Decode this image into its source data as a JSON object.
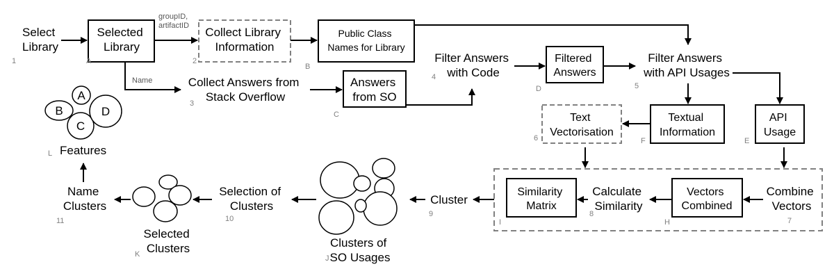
{
  "nodes": {
    "select_library": [
      "Select",
      "Library"
    ],
    "selected_library": [
      "Selected",
      "Library"
    ],
    "collect_library_info": [
      "Collect Library",
      "Information"
    ],
    "public_class_names": [
      "Public Class",
      "Names for Library"
    ],
    "collect_answers": [
      "Collect Answers from",
      "Stack Overflow"
    ],
    "answers_from_so": [
      "Answers",
      "from SO"
    ],
    "filter_code": [
      "Filter Answers",
      "with Code"
    ],
    "filtered_answers": [
      "Filtered",
      "Answers"
    ],
    "filter_api": [
      "Filter Answers",
      "with API Usages"
    ],
    "textual_info": [
      "Textual",
      "Information"
    ],
    "api_usage": [
      "API",
      "Usage"
    ],
    "text_vectorisation": [
      "Text",
      "Vectorisation"
    ],
    "combine_vectors": [
      "Combine",
      "Vectors"
    ],
    "vectors_combined": [
      "Vectors",
      "Combined"
    ],
    "calculate_similarity": [
      "Calculate",
      "Similarity"
    ],
    "similarity_matrix": [
      "Similarity",
      "Matrix"
    ],
    "cluster": [
      "Cluster"
    ],
    "clusters_so": [
      "Clusters of",
      "SO Usages"
    ],
    "selection_clusters": [
      "Selection of",
      "Clusters"
    ],
    "selected_clusters": [
      "Selected",
      "Clusters"
    ],
    "name_clusters": [
      "Name",
      "Clusters"
    ],
    "features": [
      "Features"
    ]
  },
  "step_numbers": {
    "s1": "1",
    "s2": "2",
    "s3": "3",
    "s4": "4",
    "s5": "5",
    "s6": "6",
    "s7": "7",
    "s8": "8",
    "s9": "9",
    "s10": "10",
    "s11": "11"
  },
  "artifact_letters": {
    "a": "A",
    "b": "B",
    "c": "C",
    "d": "D",
    "e": "E",
    "f": "F",
    "h": "H",
    "i": "I",
    "j": "J",
    "k": "K",
    "l": "L"
  },
  "edge_labels": {
    "group_artifact": [
      "groupID,",
      "artifactID"
    ],
    "name": "Name"
  },
  "feature_circles": [
    "A",
    "B",
    "C",
    "D"
  ]
}
